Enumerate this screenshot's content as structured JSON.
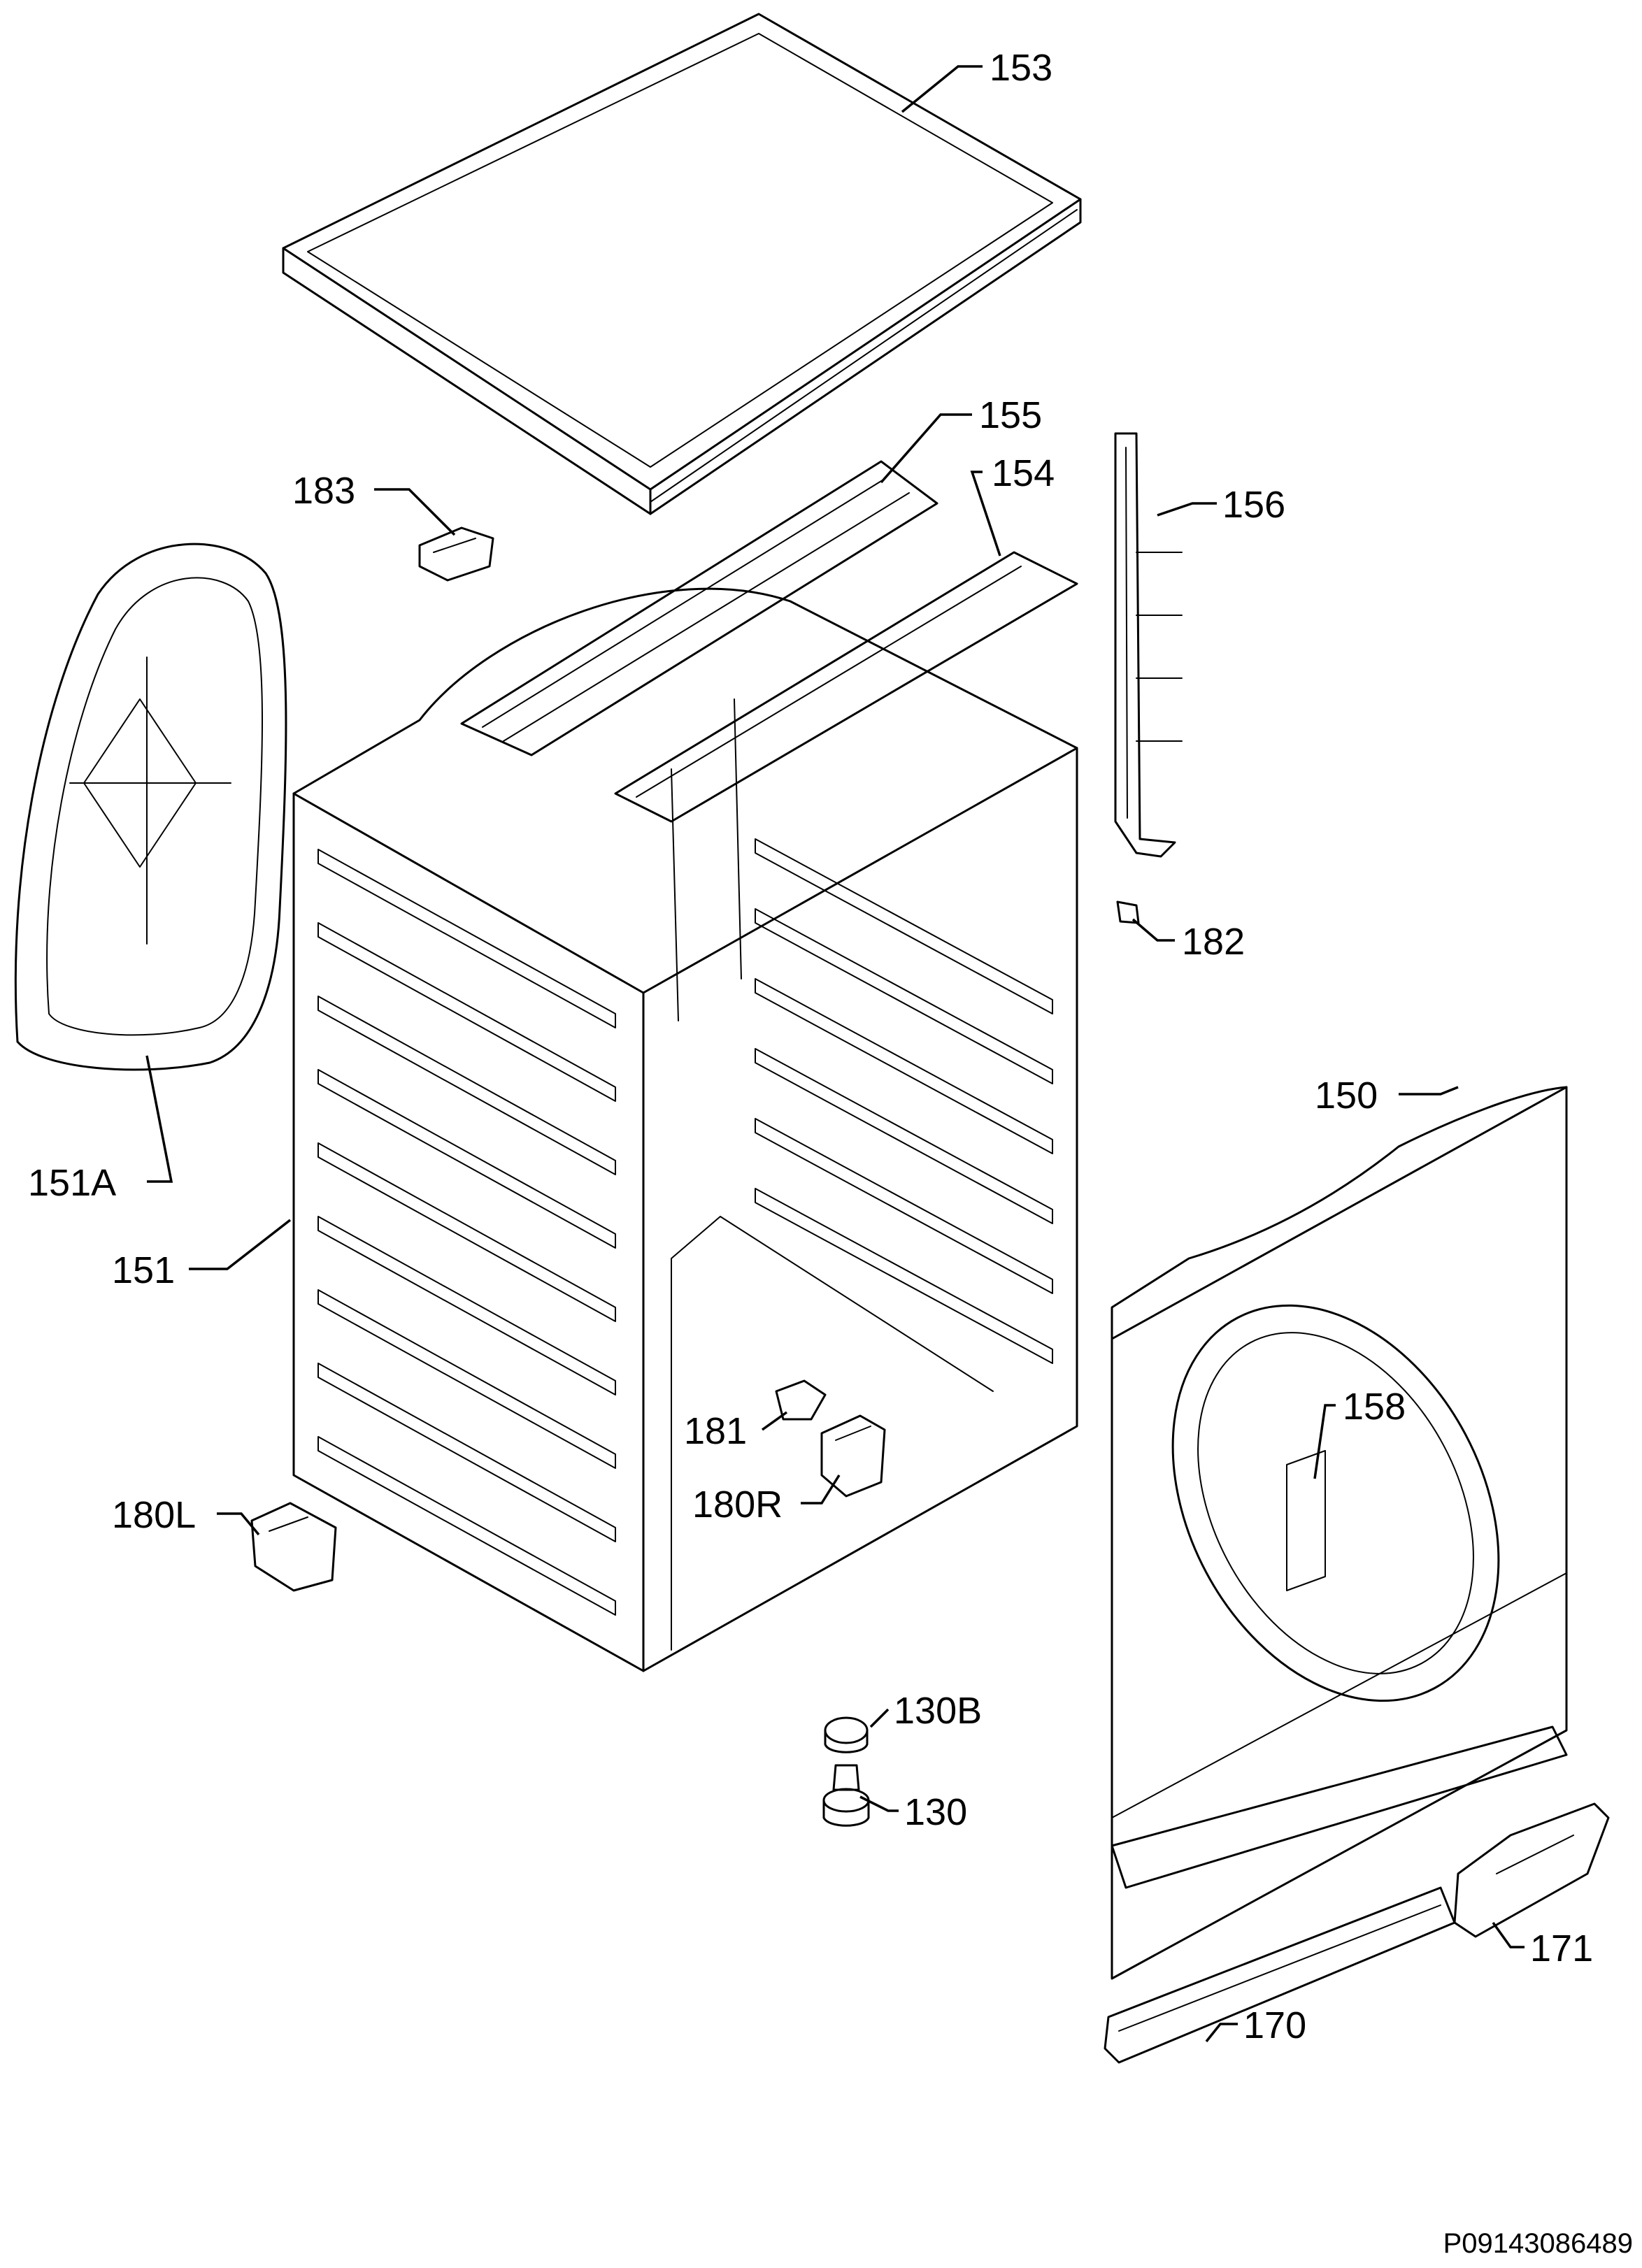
{
  "callouts": {
    "c153": "153",
    "c155": "155",
    "c154": "154",
    "c156": "156",
    "c183": "183",
    "c182": "182",
    "c150": "150",
    "c151a": "151A",
    "c151": "151",
    "c158": "158",
    "c181": "181",
    "c180r": "180R",
    "c180l": "180L",
    "c130b": "130B",
    "c130": "130",
    "c171": "171",
    "c170": "170"
  },
  "document_number": "P09143086489"
}
